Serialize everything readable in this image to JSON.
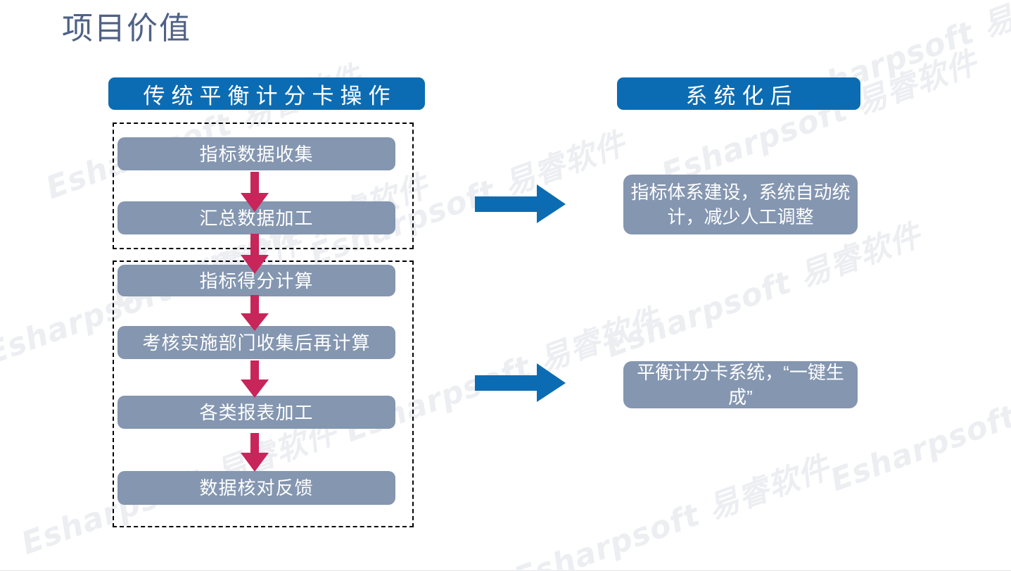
{
  "page": {
    "title": "项目价值",
    "title_color": "#4f6285",
    "background": "#ffffff"
  },
  "theme": {
    "header_blue": "#0b6cb3",
    "box_grayblue": "#8496b0",
    "arrow_crimson": "#c8255a",
    "arrow_blue": "#0b6cb3",
    "dashed_border": "#000000",
    "watermark_color": "#eceef2"
  },
  "watermark": {
    "text": "Esharpsoft 易睿软件",
    "rotation_deg": -20
  },
  "columns": {
    "left": {
      "header": "传统平衡计分卡操作",
      "groups": [
        {
          "name": "data-collection-group",
          "steps": [
            {
              "label": "指标数据收集"
            },
            {
              "label": "汇总数据加工"
            }
          ]
        },
        {
          "name": "scoring-reporting-group",
          "steps": [
            {
              "label": "指标得分计算"
            },
            {
              "label": "考核实施部门收集后再计算"
            },
            {
              "label": "各类报表加工"
            },
            {
              "label": "数据核对反馈"
            }
          ]
        }
      ]
    },
    "right": {
      "header": "系统化后",
      "outcomes": [
        {
          "label": "指标体系建设，系统自动统计，减少人工调整"
        },
        {
          "label": "平衡计分卡系统，“一键生成”"
        }
      ]
    }
  },
  "connectors": {
    "down_arrows": 5,
    "right_arrows": 2
  },
  "icons": {
    "down_arrow": "arrow-down-icon",
    "right_arrow": "arrow-right-icon"
  }
}
